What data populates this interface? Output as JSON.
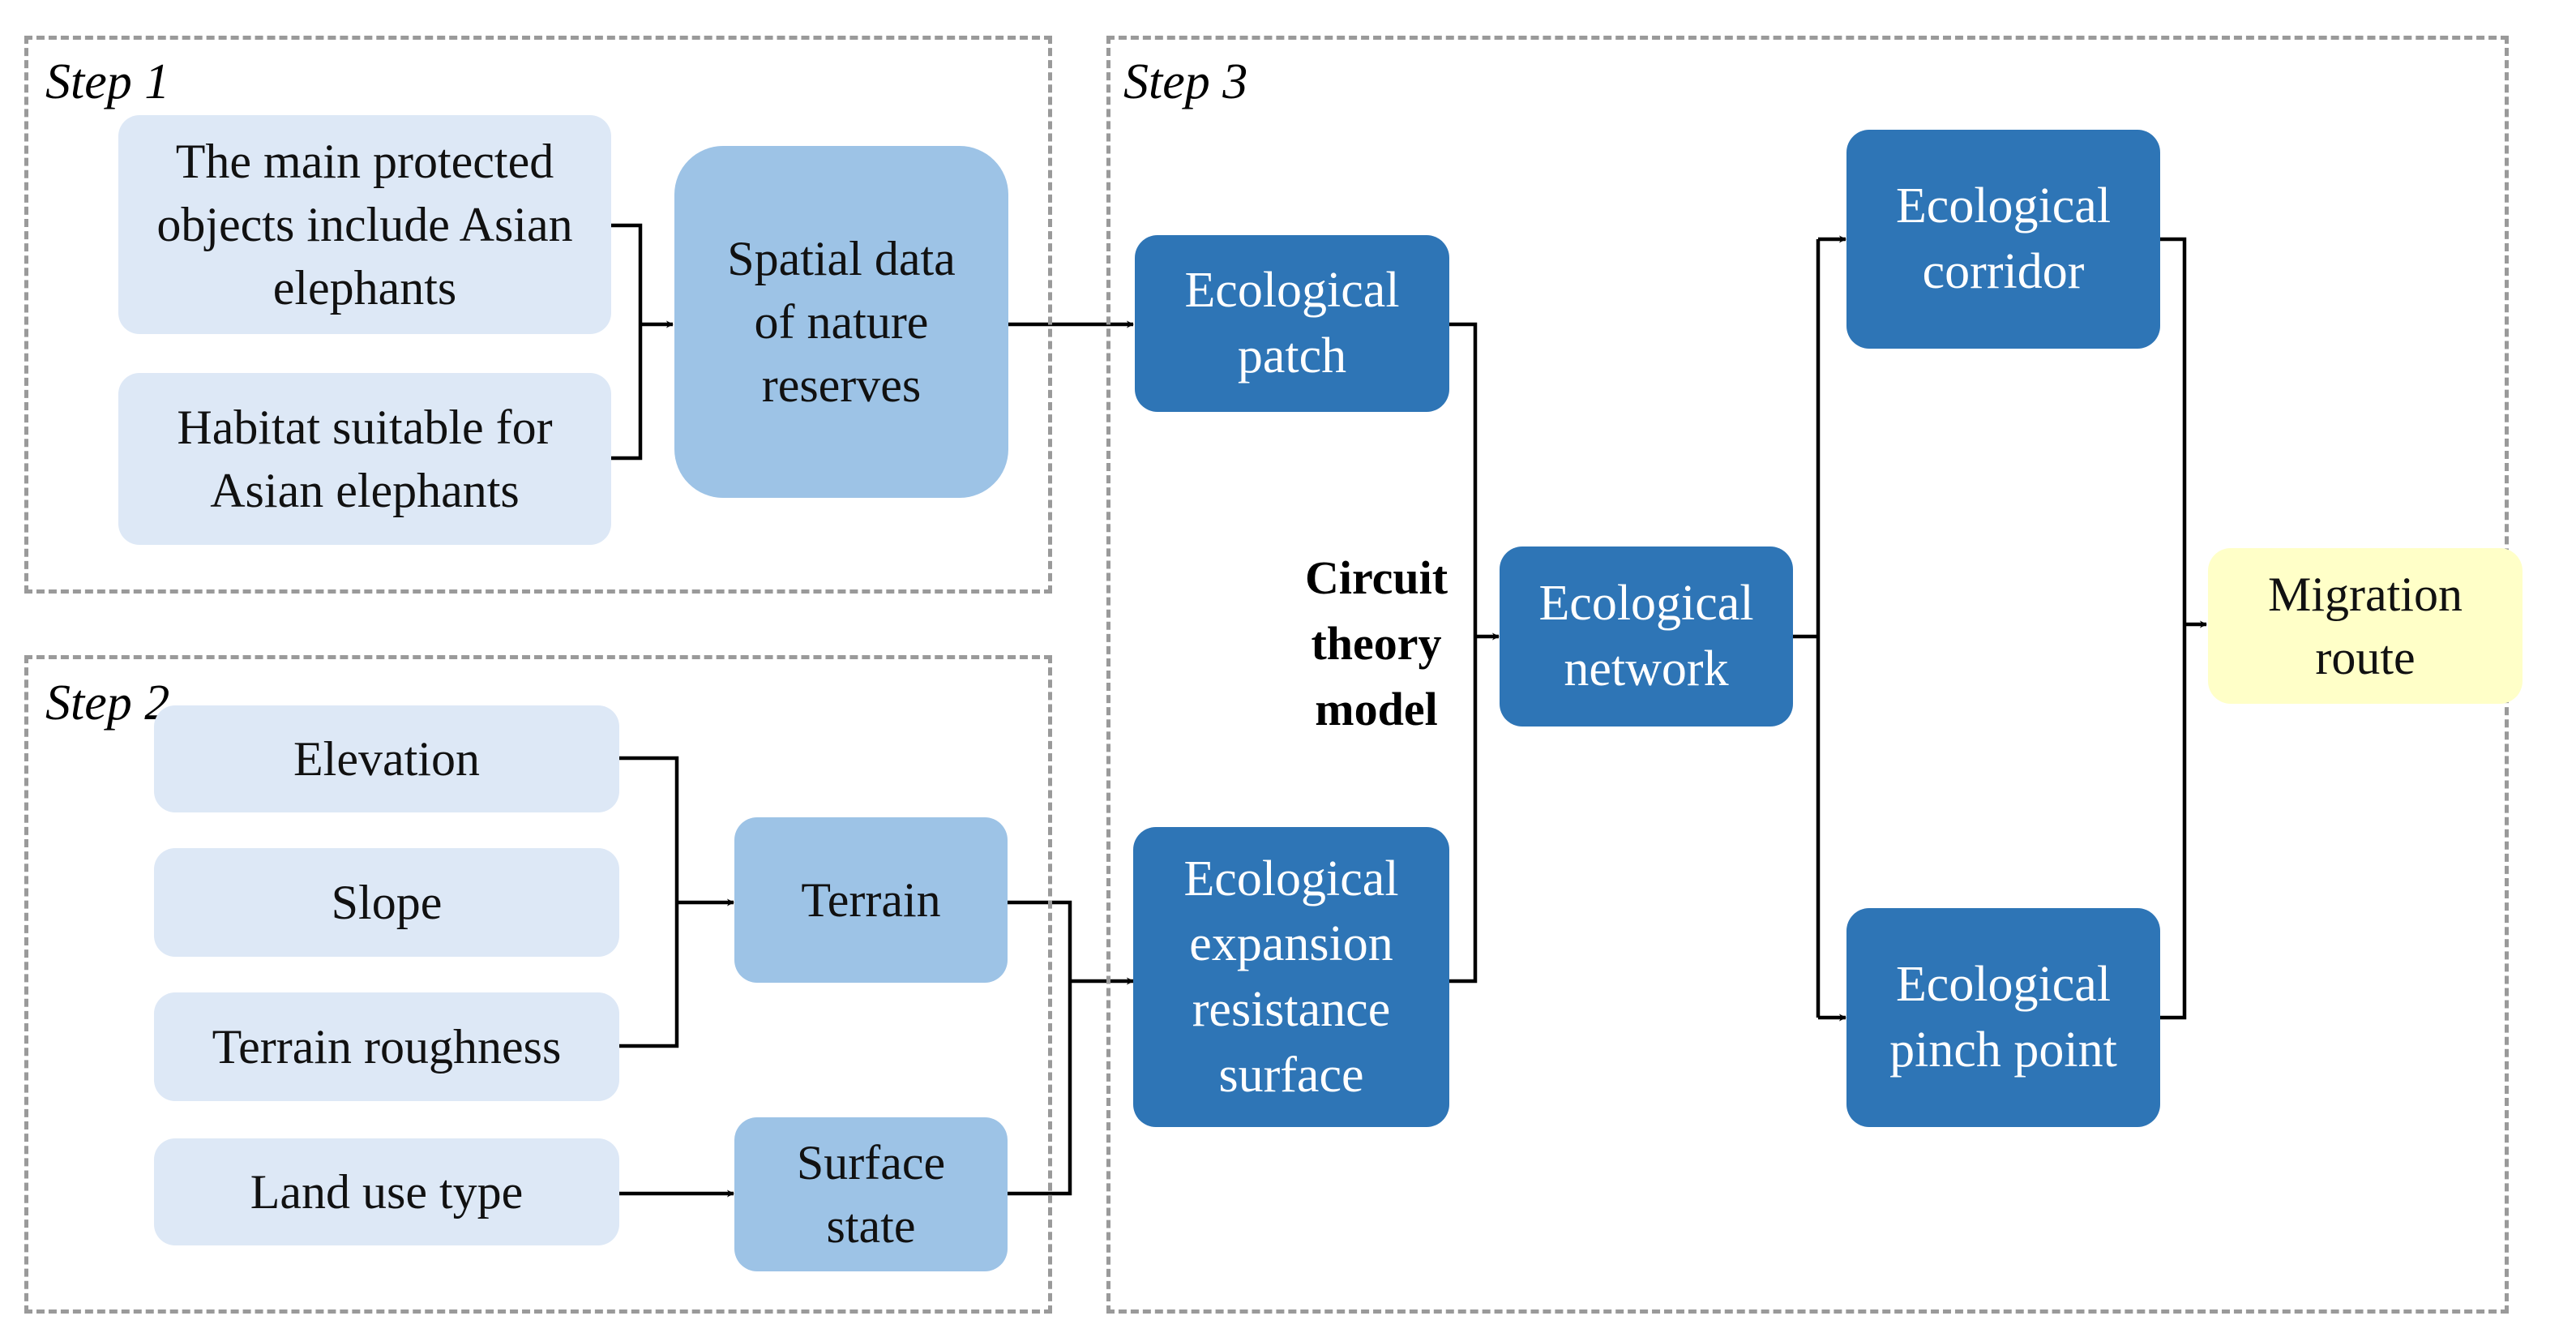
{
  "steps": {
    "step1": "Step 1",
    "step2": "Step 2",
    "step3": "Step 3"
  },
  "step1": {
    "protected_objects": "The main protected objects include Asian elephants",
    "habitat": "Habitat suitable for Asian elephants",
    "spatial_data": "Spatial data of nature reserves"
  },
  "step2": {
    "elevation": "Elevation",
    "slope": "Slope",
    "roughness": "Terrain roughness",
    "land_use": "Land use type",
    "terrain": "Terrain",
    "surface_state": "Surface state"
  },
  "step3": {
    "patch": "Ecological patch",
    "resistance": "Ecological expansion resistance surface",
    "model": "Circuit theory model",
    "network": "Ecological network",
    "corridor": "Ecological corridor",
    "pinch": "Ecological pinch point",
    "route": "Migration route"
  },
  "colors": {
    "light_box": "#dde8f6",
    "mid_box": "#9dc3e6",
    "dark_box": "#2e75b6",
    "route_box": "#ffffc8",
    "frame": "#9a9a9a"
  }
}
